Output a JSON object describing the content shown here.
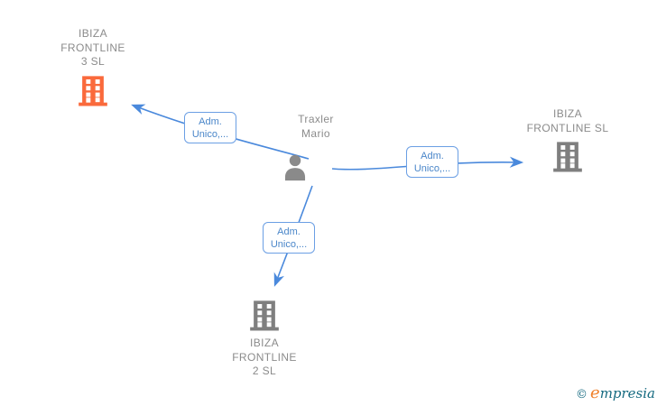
{
  "colors": {
    "edge_blue": "#4a89dc",
    "label_border_blue": "#6b9fe4",
    "label_text_blue": "#4a86c9",
    "node_text_gray": "#8b8b8b",
    "building_gray": "#7f7f7f",
    "building_orange": "#fa6a3c",
    "person_gray": "#8a8a8a",
    "brand_teal": "#156a80",
    "brand_orange": "#f0822d"
  },
  "diagram": {
    "person": {
      "name": "Traxler Mario",
      "name_lines": [
        "Traxler",
        "Mario"
      ]
    },
    "companies": [
      {
        "name": "IBIZA FRONTLINE 3 SL",
        "lines": [
          "IBIZA",
          "FRONTLINE",
          "3  SL"
        ],
        "highlighted": true
      },
      {
        "name": "IBIZA FRONTLINE SL",
        "lines": [
          "IBIZA",
          "FRONTLINE  SL"
        ],
        "highlighted": false
      },
      {
        "name": "IBIZA FRONTLINE 2 SL",
        "lines": [
          "IBIZA",
          "FRONTLINE",
          "2  SL"
        ],
        "highlighted": false
      }
    ],
    "edges": [
      {
        "from": "Traxler Mario",
        "to": "IBIZA FRONTLINE 3 SL",
        "label_lines": [
          "Adm.",
          "Unico,..."
        ]
      },
      {
        "from": "Traxler Mario",
        "to": "IBIZA FRONTLINE SL",
        "label_lines": [
          "Adm.",
          "Unico,..."
        ]
      },
      {
        "from": "Traxler Mario",
        "to": "IBIZA FRONTLINE 2 SL",
        "label_lines": [
          "Adm.",
          "Unico,..."
        ]
      }
    ]
  },
  "watermark": {
    "copyright": "©",
    "brand_first_letter": "e",
    "brand_rest": "mpresia"
  }
}
